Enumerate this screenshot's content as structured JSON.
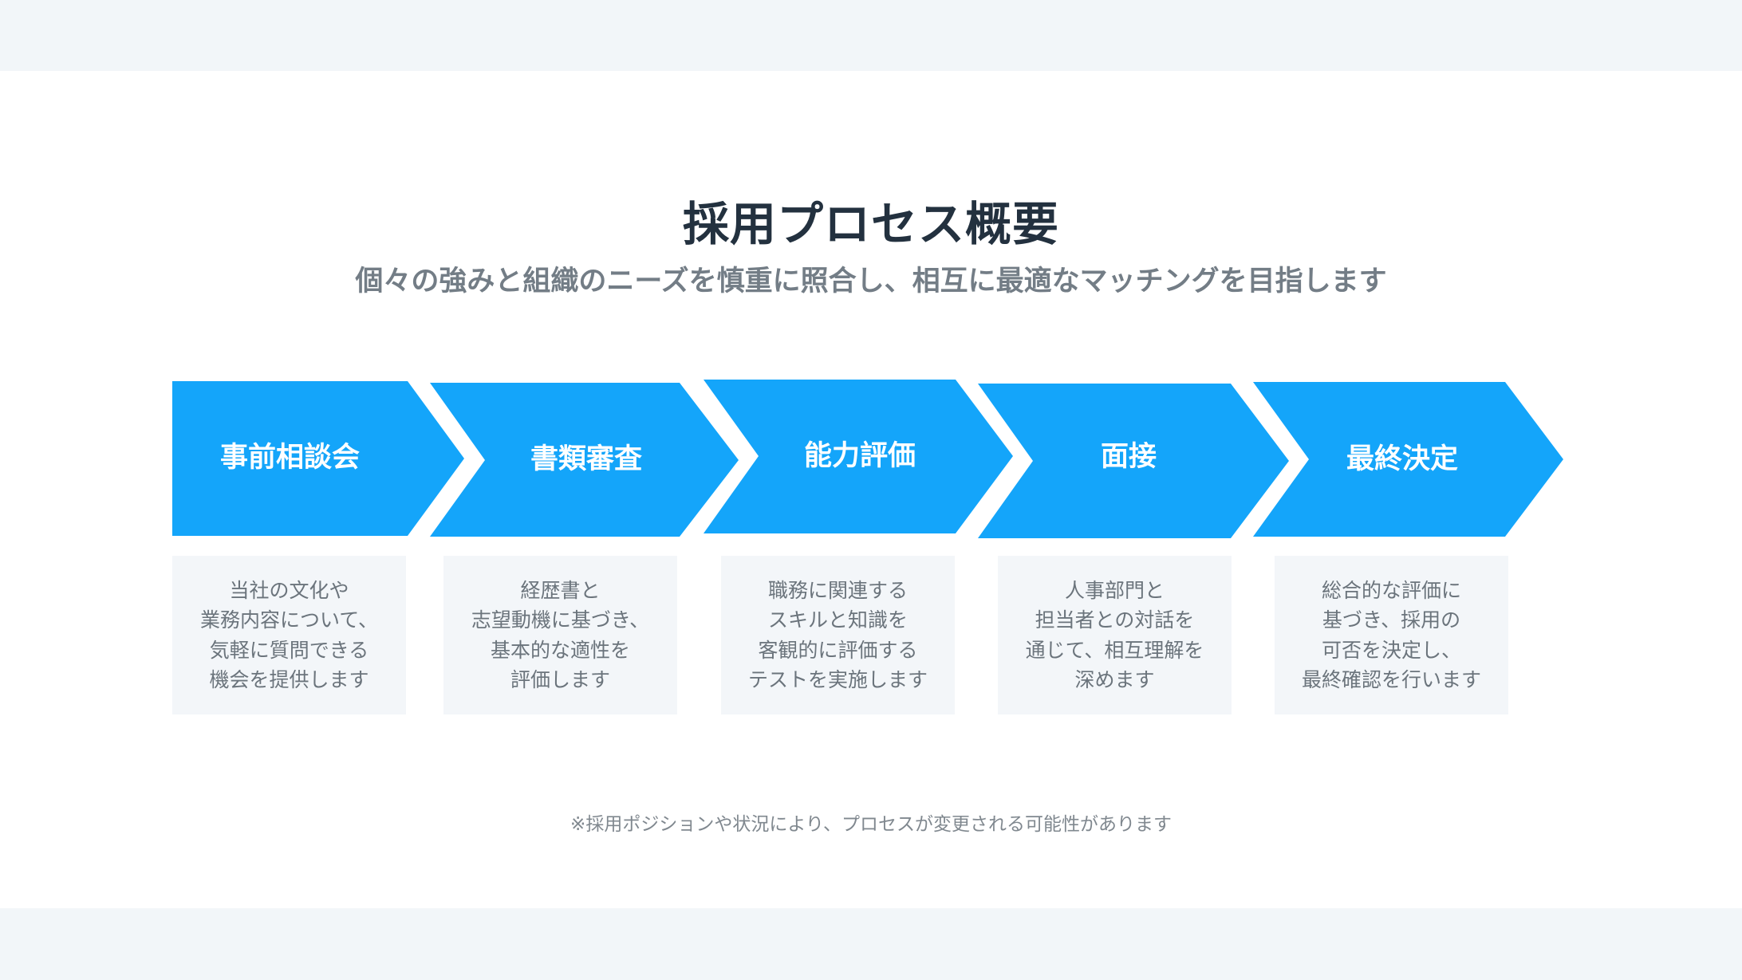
{
  "header": {
    "title": "採用プロセス概要",
    "subtitle": "個々の強みと組織のニーズを慎重に照合し、相互に最適なマッチングを目指します"
  },
  "colors": {
    "accent": "#14a5fa",
    "title": "#23313f",
    "subtitle": "#737d86",
    "box_bg": "#f3f6f9",
    "band_bg": "#f2f6f9"
  },
  "steps": [
    {
      "label": "事前相談会",
      "description": "当社の文化や\n業務内容について、\n気軽に質問できる\n機会を提供します"
    },
    {
      "label": "書類審査",
      "description": "経歴書と\n志望動機に基づき、\n基本的な適性を\n評価します"
    },
    {
      "label": "能力評価",
      "description": "職務に関連する\nスキルと知識を\n客観的に評価する\nテストを実施します"
    },
    {
      "label": "面接",
      "description": "人事部門と\n担当者との対話を\n通じて、相互理解を\n深めます"
    },
    {
      "label": "最終決定",
      "description": "総合的な評価に\n基づき、採用の\n可否を決定し、\n最終確認を行います"
    }
  ],
  "footer": {
    "note": "※採用ポジションや状況により、プロセスが変更される可能性があります"
  }
}
